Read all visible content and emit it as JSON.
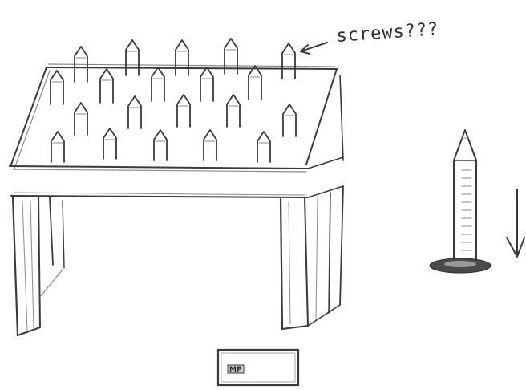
{
  "annotation": {
    "screws_label": "screws???"
  },
  "plate": {
    "text": "MP"
  },
  "icons": [
    "spike-bed-table",
    "screw-spike",
    "down-arrow-icon",
    "nameplate"
  ]
}
